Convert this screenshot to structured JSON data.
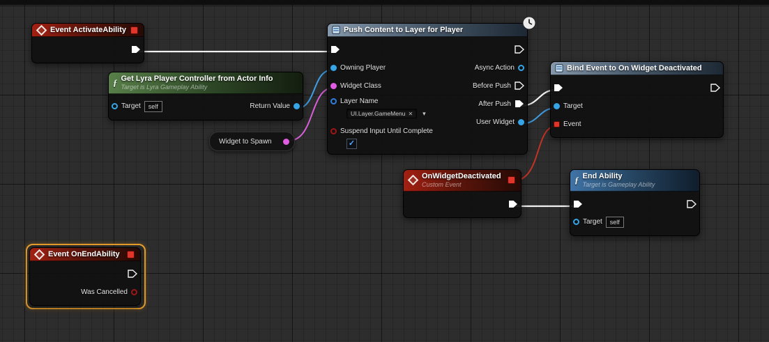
{
  "nodes": {
    "event_activate_ability": {
      "title": "Event ActivateAbility"
    },
    "get_lyra_player_controller": {
      "title": "Get Lyra Player Controller from Actor Info",
      "subtitle": "Target is Lyra Gameplay Ability",
      "pins": {
        "target": "Target",
        "target_value": "self",
        "return_value": "Return Value"
      }
    },
    "widget_to_spawn": {
      "title": "Widget to Spawn"
    },
    "push_content_to_layer": {
      "title": "Push Content to Layer for Player",
      "pins": {
        "owning_player": "Owning Player",
        "widget_class": "Widget Class",
        "layer_name": "Layer Name",
        "layer_name_value": "UI.Layer.GameMenu",
        "suspend_input": "Suspend Input Until Complete",
        "async_action": "Async Action",
        "before_push": "Before Push",
        "after_push": "After Push",
        "user_widget": "User Widget"
      }
    },
    "bind_event_to_on_widget_deactivated": {
      "title": "Bind Event to On Widget Deactivated",
      "pins": {
        "target": "Target",
        "event": "Event"
      }
    },
    "on_widget_deactivated": {
      "title": "OnWidgetDeactivated",
      "subtitle": "Custom Event"
    },
    "end_ability": {
      "title": "End Ability",
      "subtitle": "Target is Gameplay Ability",
      "pins": {
        "target": "Target",
        "target_value": "self"
      }
    },
    "event_on_end_ability": {
      "title": "Event OnEndAbility",
      "pins": {
        "was_cancelled": "Was Cancelled"
      }
    }
  },
  "icons": {
    "clear_tag": "✕",
    "dropdown_arrow": "▾",
    "checkbox_check": "✓",
    "function_glyph": "ƒ"
  },
  "colors": {
    "exec_wire": "#ffffff",
    "object_pin": "#35a5e8",
    "class_pin": "#e05ce0",
    "bool_pin": "#a01616",
    "delegate_pin": "#e0352a",
    "selection": "#eda12b"
  }
}
